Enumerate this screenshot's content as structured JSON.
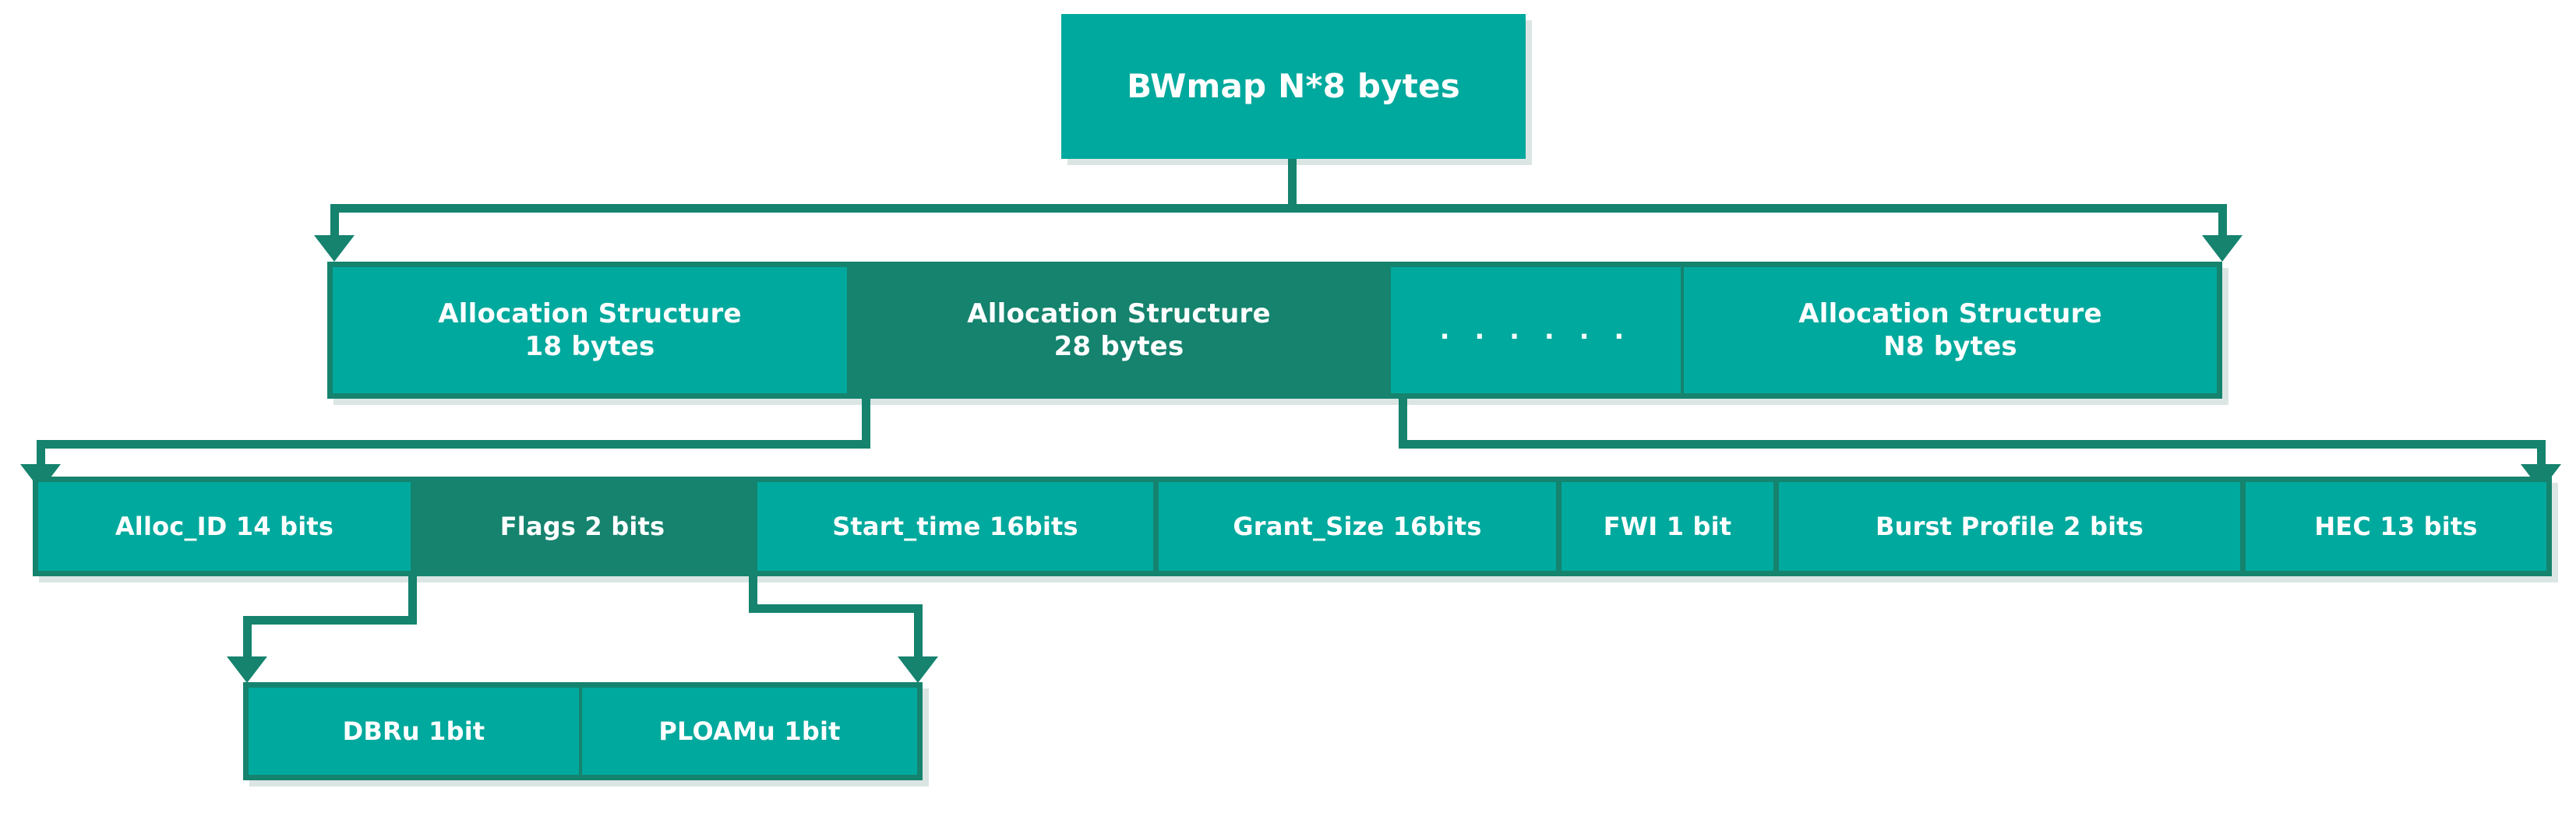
{
  "diagram": {
    "title_box": {
      "label": "BWmap N*8 bytes"
    },
    "row_allocations": [
      {
        "label": "Allocation Structure\n18 bytes",
        "shade": "light",
        "name": "allocation-structure-1"
      },
      {
        "label": "Allocation Structure\n28 bytes",
        "shade": "dark",
        "name": "allocation-structure-2"
      },
      {
        "label": ". . . . . .",
        "shade": "light",
        "name": "allocation-structure-ellipsis"
      },
      {
        "label": "Allocation Structure\nN8 bytes",
        "shade": "light",
        "name": "allocation-structure-n"
      }
    ],
    "row_fields": [
      {
        "label": "Alloc_ID 14 bits",
        "shade": "light",
        "name": "field-alloc-id"
      },
      {
        "label": "Flags 2 bits",
        "shade": "dark",
        "name": "field-flags"
      },
      {
        "label": "Start_time 16bits",
        "shade": "light",
        "name": "field-start-time"
      },
      {
        "label": "Grant_Size 16bits",
        "shade": "light",
        "name": "field-grant-size"
      },
      {
        "label": "FWI 1 bit",
        "shade": "light",
        "name": "field-fwi"
      },
      {
        "label": "Burst Profile 2 bits",
        "shade": "light",
        "name": "field-burst-profile"
      },
      {
        "label": "HEC 13 bits",
        "shade": "light",
        "name": "field-hec"
      }
    ],
    "row_flags": [
      {
        "label": "DBRu 1bit",
        "shade": "light",
        "name": "flag-dbru"
      },
      {
        "label": "PLOAMu 1bit",
        "shade": "light",
        "name": "flag-ploamu"
      }
    ],
    "colors": {
      "light_teal": "#00a99d",
      "dark_teal": "#15836e",
      "text": "#ffffff",
      "background": "#ffffff"
    }
  }
}
